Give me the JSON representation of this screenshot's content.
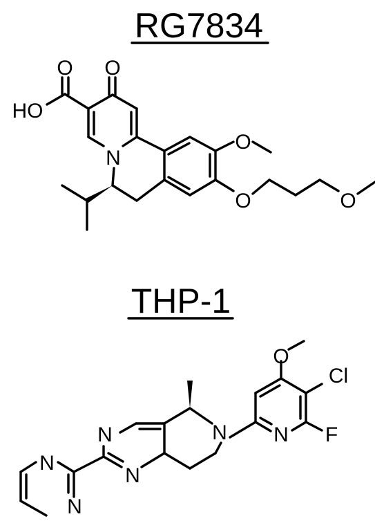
{
  "molecules": [
    {
      "title": "RG7834",
      "atoms": {
        "ho": "HO",
        "o_acid": "O",
        "o_ketone": "O",
        "n": "N",
        "o_methoxy": "O",
        "o_ether1": "O",
        "o_ether2": "O"
      }
    },
    {
      "title": "THP-1",
      "atoms": {
        "o_methoxy": "O",
        "cl": "Cl",
        "f": "F",
        "n_pyridine": "N",
        "n_ring": "N",
        "n_pyrimidine_top": "N",
        "n_pyrimidine_bottom": "N",
        "n_pyrimidinyl_top": "N",
        "n_pyrimidinyl_bottom": "N"
      }
    }
  ]
}
